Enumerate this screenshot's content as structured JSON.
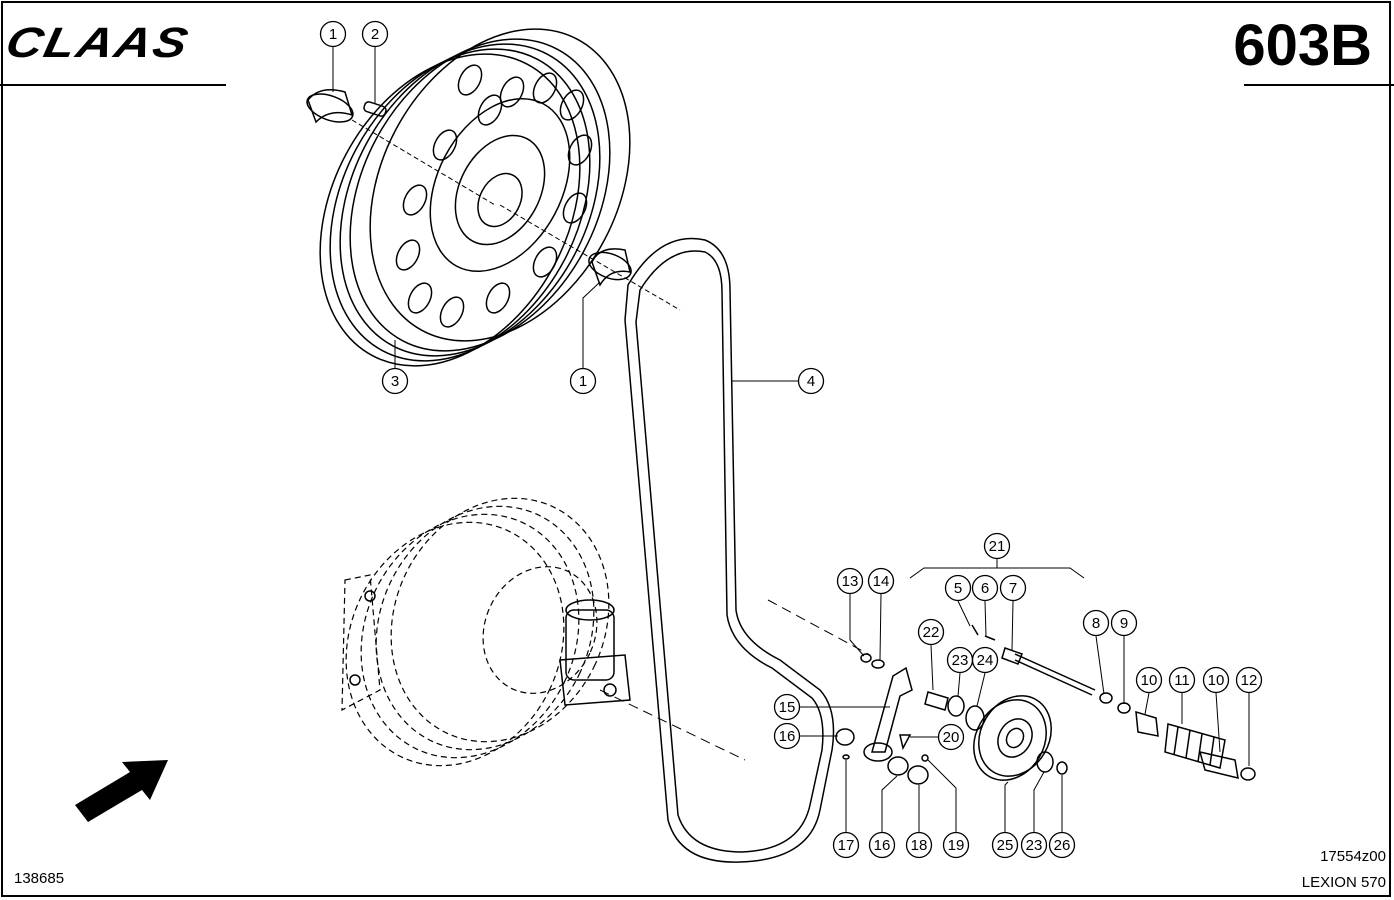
{
  "header": {
    "brand": "CLAAS",
    "page_number": "603B"
  },
  "footer": {
    "doc_number": "138685",
    "drawing_id": "17554z00",
    "model": "LEXION 570"
  },
  "callouts": [
    {
      "id": "c1a",
      "label": "1"
    },
    {
      "id": "c2",
      "label": "2"
    },
    {
      "id": "c3",
      "label": "3"
    },
    {
      "id": "c1b",
      "label": "1"
    },
    {
      "id": "c4",
      "label": "4"
    },
    {
      "id": "c21",
      "label": "21"
    },
    {
      "id": "c13",
      "label": "13"
    },
    {
      "id": "c14",
      "label": "14"
    },
    {
      "id": "c5",
      "label": "5"
    },
    {
      "id": "c6",
      "label": "6"
    },
    {
      "id": "c7",
      "label": "7"
    },
    {
      "id": "c8",
      "label": "8"
    },
    {
      "id": "c9",
      "label": "9"
    },
    {
      "id": "c22",
      "label": "22"
    },
    {
      "id": "c23a",
      "label": "23"
    },
    {
      "id": "c24",
      "label": "24"
    },
    {
      "id": "c10a",
      "label": "10"
    },
    {
      "id": "c11",
      "label": "11"
    },
    {
      "id": "c10b",
      "label": "10"
    },
    {
      "id": "c12",
      "label": "12"
    },
    {
      "id": "c15",
      "label": "15"
    },
    {
      "id": "c16a",
      "label": "16"
    },
    {
      "id": "c20",
      "label": "20"
    },
    {
      "id": "c17",
      "label": "17"
    },
    {
      "id": "c16b",
      "label": "16"
    },
    {
      "id": "c18",
      "label": "18"
    },
    {
      "id": "c19",
      "label": "19"
    },
    {
      "id": "c25",
      "label": "25"
    },
    {
      "id": "c23b",
      "label": "23"
    },
    {
      "id": "c26",
      "label": "26"
    }
  ]
}
